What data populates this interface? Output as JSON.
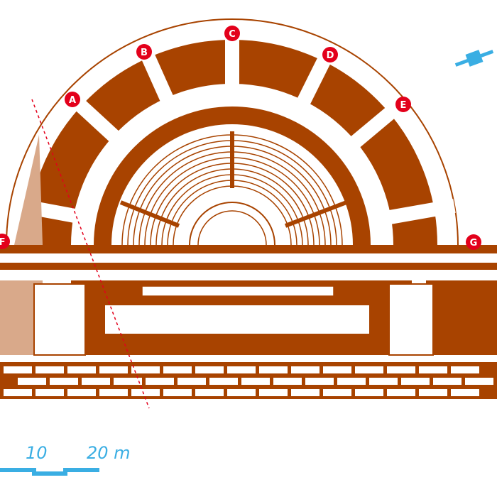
{
  "diagram": {
    "colors": {
      "structure": "#a84300",
      "structure_light": "#d9a98a",
      "marker": "#e3001b",
      "marker_text": "#ffffff",
      "scale": "#3aaee3",
      "cut_line": "#e3001b",
      "background": "#ffffff"
    },
    "entrances": [
      {
        "label": "A"
      },
      {
        "label": "B"
      },
      {
        "label": "C"
      },
      {
        "label": "D"
      },
      {
        "label": "E"
      },
      {
        "label": "F"
      },
      {
        "label": "G"
      }
    ],
    "scale_bar": {
      "label_10": "10",
      "label_20": "20 m"
    },
    "north_icon": "north-arrow-icon"
  }
}
